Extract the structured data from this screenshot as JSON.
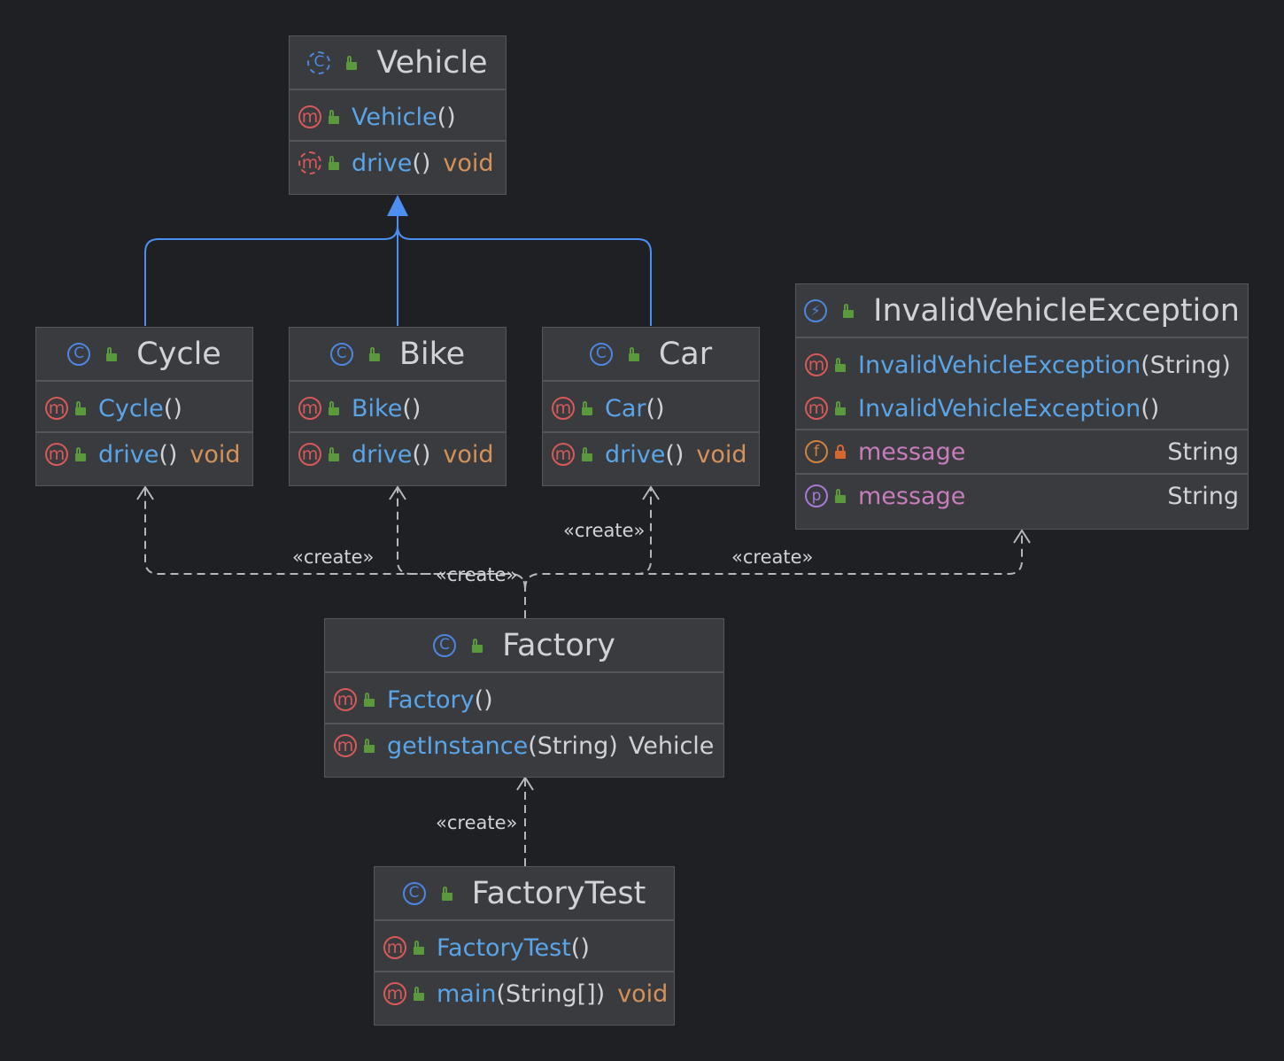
{
  "edge_label": "«create»",
  "classes": {
    "vehicle": {
      "name": "Vehicle",
      "members": [
        {
          "name": "Vehicle",
          "params": "()",
          "ret": ""
        },
        {
          "name": "drive",
          "params": "()",
          "ret": "void"
        }
      ]
    },
    "cycle": {
      "name": "Cycle",
      "members": [
        {
          "name": "Cycle",
          "params": "()",
          "ret": ""
        },
        {
          "name": "drive",
          "params": "()",
          "ret": "void"
        }
      ]
    },
    "bike": {
      "name": "Bike",
      "members": [
        {
          "name": "Bike",
          "params": "()",
          "ret": ""
        },
        {
          "name": "drive",
          "params": "()",
          "ret": "void"
        }
      ]
    },
    "car": {
      "name": "Car",
      "members": [
        {
          "name": "Car",
          "params": "()",
          "ret": ""
        },
        {
          "name": "drive",
          "params": "()",
          "ret": "void"
        }
      ]
    },
    "exception": {
      "name": "InvalidVehicleException",
      "members": [
        {
          "name": "InvalidVehicleException",
          "params": "(String)",
          "ret": ""
        },
        {
          "name": "InvalidVehicleException",
          "params": "()",
          "ret": ""
        }
      ],
      "fields": [
        {
          "name": "message",
          "type": "String"
        },
        {
          "name": "message",
          "type": "String"
        }
      ]
    },
    "factory": {
      "name": "Factory",
      "members": [
        {
          "name": "Factory",
          "params": "()",
          "ret": ""
        },
        {
          "name": "getInstance",
          "params": "(String)",
          "ret": "Vehicle"
        }
      ]
    },
    "factorytest": {
      "name": "FactoryTest",
      "members": [
        {
          "name": "FactoryTest",
          "params": "()",
          "ret": ""
        },
        {
          "name": "main",
          "params": "(String[])",
          "ret": "void"
        }
      ]
    }
  },
  "icons": {
    "class": "C",
    "method": "m",
    "field": "f",
    "property": "p",
    "exception": "⚡"
  },
  "colors": {
    "background": "#1f2024",
    "node": "#3a3b3e",
    "inheritance_edge": "#4c8ff0",
    "dependency_edge": "#b5b7bb",
    "method_name": "#5aa4e8",
    "return_type": "#d4915a",
    "field_name": "#c77dbb"
  }
}
